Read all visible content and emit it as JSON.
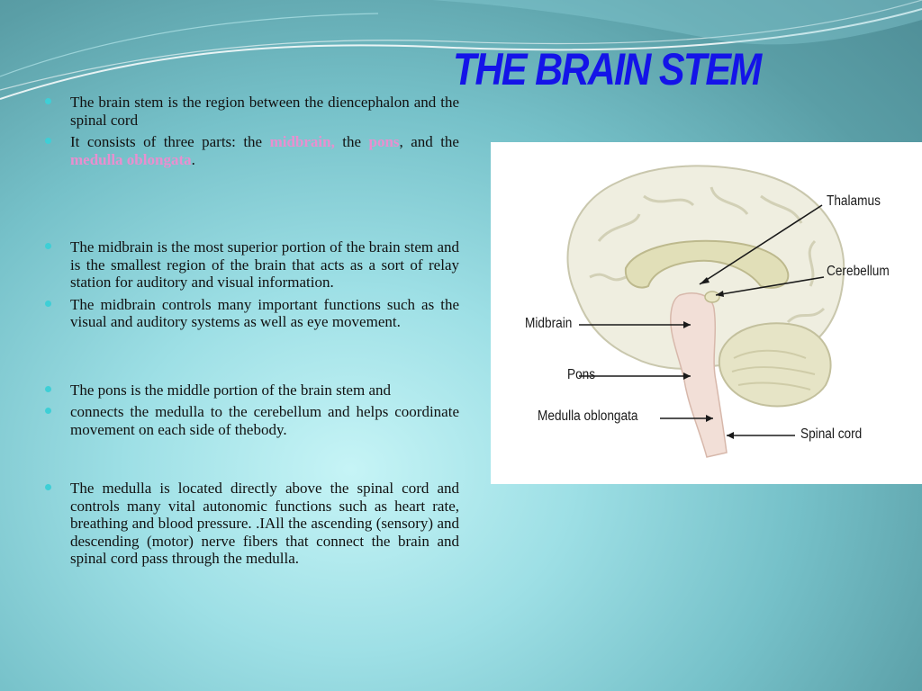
{
  "slide": {
    "title": "THE BRAIN STEM",
    "bullets": [
      {
        "text": "The brain stem is the region between the diencephalon and the spinal cord"
      },
      {
        "pre": " It consists of three parts: the ",
        "hl1": "midbrain,",
        "mid1": " the ",
        "hl2": "pons",
        "mid2": ", and the ",
        "hl3": "medulla oblongata",
        "post": "."
      },
      {
        "text": "The midbrain is the most superior portion of the brain stem and is the smallest region of the brain that acts as a sort of relay station for auditory and visual information."
      },
      {
        "text": "The midbrain controls many important functions such as the visual and auditory systems as well as eye movement."
      },
      {
        "text": "The pons is the middle portion of the brain stem and"
      },
      {
        "text": " connects the medulla to the cerebellum and helps coordinate movement on each side of thebody."
      },
      {
        "text": " The medulla is located directly above the spinal cord and controls many vital autonomic functions such as heart rate, breathing and blood pressure. .IAll the ascending (sensory) and descending (motor) nerve fibers that connect the brain and spinal cord pass through the medulla."
      }
    ]
  },
  "figure": {
    "labels": {
      "thalamus": "Thalamus",
      "cerebellum": "Cerebellum",
      "midbrain": "Midbrain",
      "pons": "Pons",
      "medulla": "Medulla oblongata",
      "spinal_cord": "Spinal cord"
    }
  },
  "colors": {
    "title": "#1414e8",
    "highlight": "#e98fcf",
    "bullet": "#3ecfd6"
  }
}
